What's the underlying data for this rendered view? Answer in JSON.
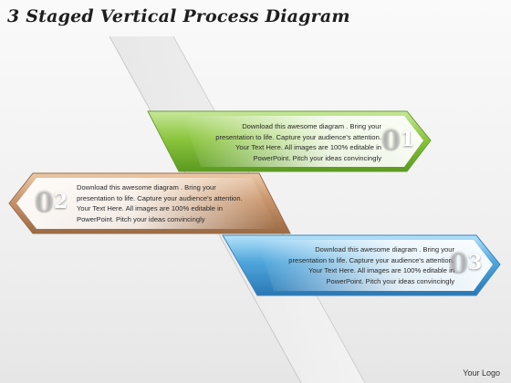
{
  "title": "3 Staged Vertical Process Diagram",
  "steps": [
    {
      "number": "1",
      "ghost_digit": "0",
      "color": "#8dc63f",
      "lines": [
        "Download this awesome diagram . Bring your",
        "presentation to life. Capture your audience's attention.",
        "Your Text Here. All images are 100% editable in",
        "PowerPoint.  Pitch your ideas convincingly"
      ]
    },
    {
      "number": "2",
      "ghost_digit": "0",
      "color": "#c8946a",
      "lines": [
        "Download this awesome diagram . Bring your",
        "presentation to life. Capture your audience's attention.",
        "Your Text Here. All images are 100% editable in",
        "PowerPoint.  Pitch your ideas convincingly"
      ]
    },
    {
      "number": "3",
      "ghost_digit": "0",
      "color": "#4ea6dc",
      "lines": [
        "Download this awesome diagram . Bring your",
        "presentation to life. Capture your audience's attention.",
        "Your Text Here. All images are 100% editable in",
        "PowerPoint.  Pitch your ideas convincingly"
      ]
    }
  ],
  "logo": "Your Logo"
}
